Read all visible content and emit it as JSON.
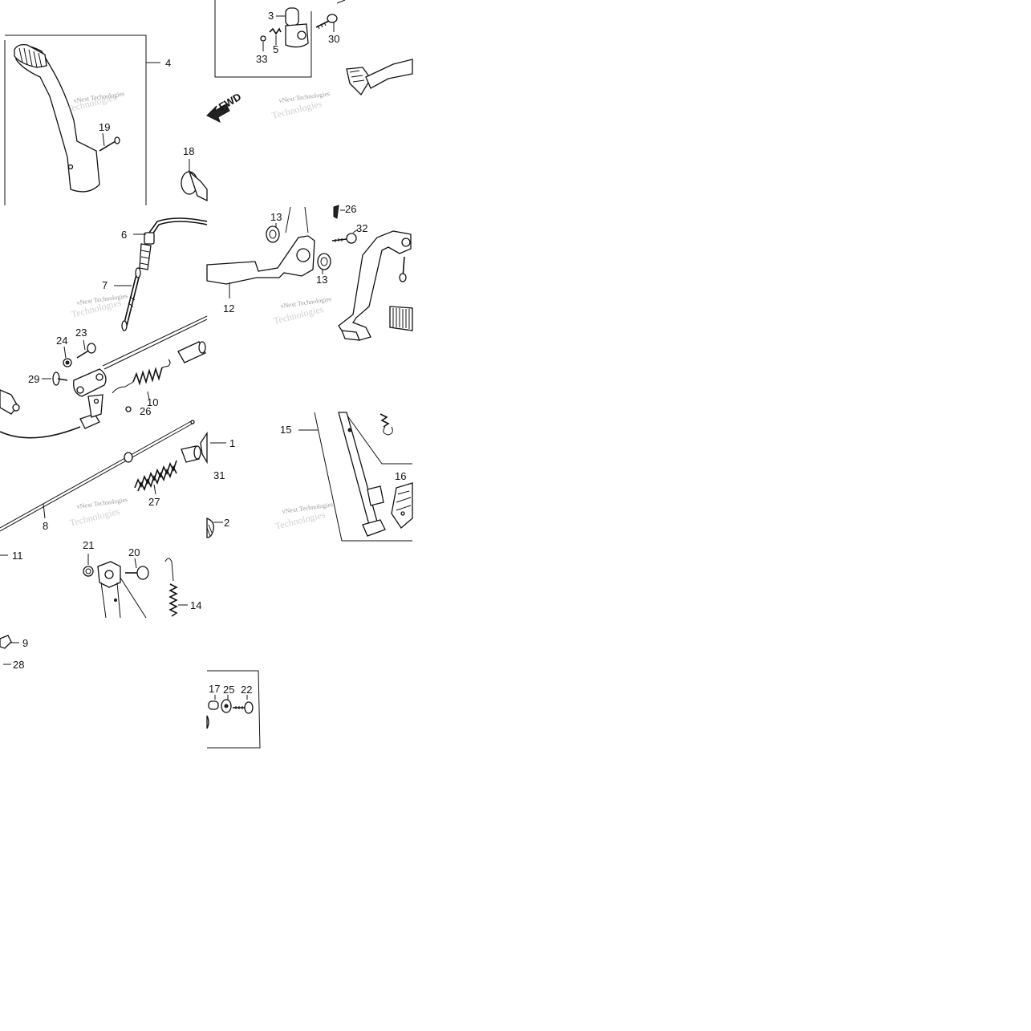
{
  "diagram": {
    "watermark_line1": "vNext Technologies",
    "watermark_line2": "Technologies",
    "fwd_label": "FWD",
    "callouts": {
      "p1": "1",
      "p2": "2",
      "p3": "3",
      "p4": "4",
      "p5": "5",
      "p6": "6",
      "p7": "7",
      "p8": "8",
      "p9": "9",
      "p10": "10",
      "p11": "11",
      "p12": "12",
      "p13a": "13",
      "p13b": "13",
      "p14": "14",
      "p15": "15",
      "p16": "16",
      "p17": "17",
      "p18": "18",
      "p19": "19",
      "p20": "20",
      "p21": "21",
      "p22": "22",
      "p23": "23",
      "p24": "24",
      "p25": "25",
      "p26a": "26",
      "p26b": "26",
      "p27": "27",
      "p28": "28",
      "p29": "29",
      "p30": "30",
      "p31": "31",
      "p32": "32",
      "p33": "33"
    }
  }
}
